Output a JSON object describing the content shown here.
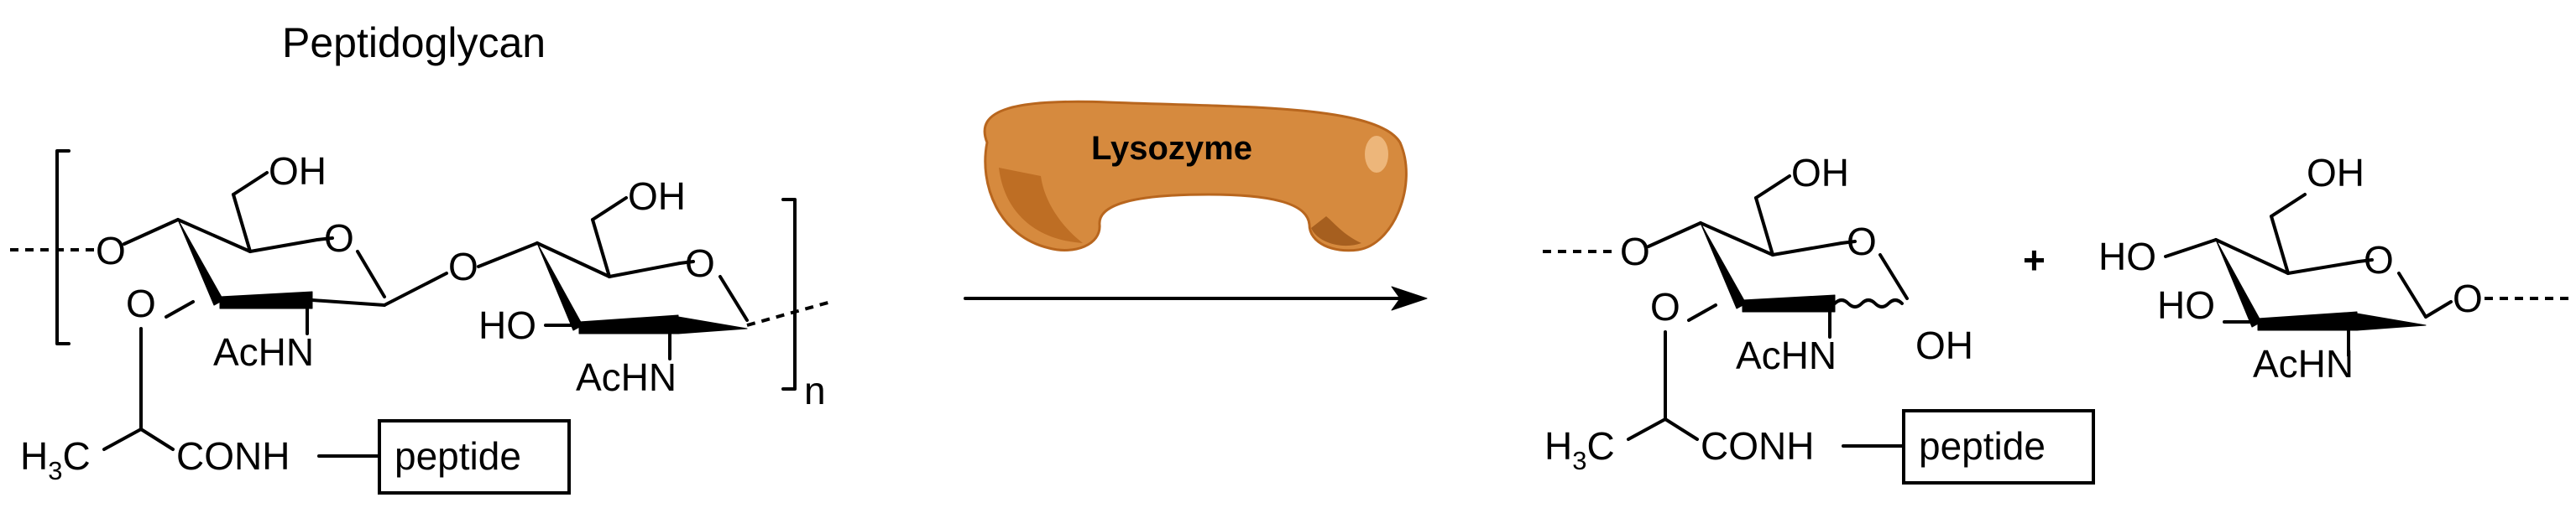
{
  "title": "Peptidoglycan",
  "enzyme": {
    "label": "Lysozyme",
    "color_main": "#D68A3E",
    "color_dark": "#B8661E",
    "color_light": "#F2C08A"
  },
  "reactant": {
    "ring1": {
      "oh": "OH",
      "o_ring": "O",
      "o_link": "O",
      "o_ether": "O",
      "achn": "AcHN"
    },
    "ring2": {
      "oh": "OH",
      "o_ring": "O",
      "ho": "HO",
      "achn": "AcHN"
    },
    "side_chain": {
      "h3c": "H",
      "h3c_sub": "3",
      "h3c_c": "C",
      "conh": "CONH",
      "peptide": "peptide"
    },
    "repeat": "n",
    "o_left": "O"
  },
  "product1": {
    "oh_top": "OH",
    "o_ring": "O",
    "o_left": "O",
    "o_ether": "O",
    "achn": "AcHN",
    "oh_anomeric": "OH",
    "side_chain": {
      "h3c": "H",
      "h3c_sub": "3",
      "h3c_c": "C",
      "conh": "CONH",
      "peptide": "peptide"
    }
  },
  "plus": "+",
  "product2": {
    "oh_top": "OH",
    "o_ring": "O",
    "ho1": "HO",
    "ho2": "HO",
    "achn": "AcHN",
    "o_right": "O"
  }
}
